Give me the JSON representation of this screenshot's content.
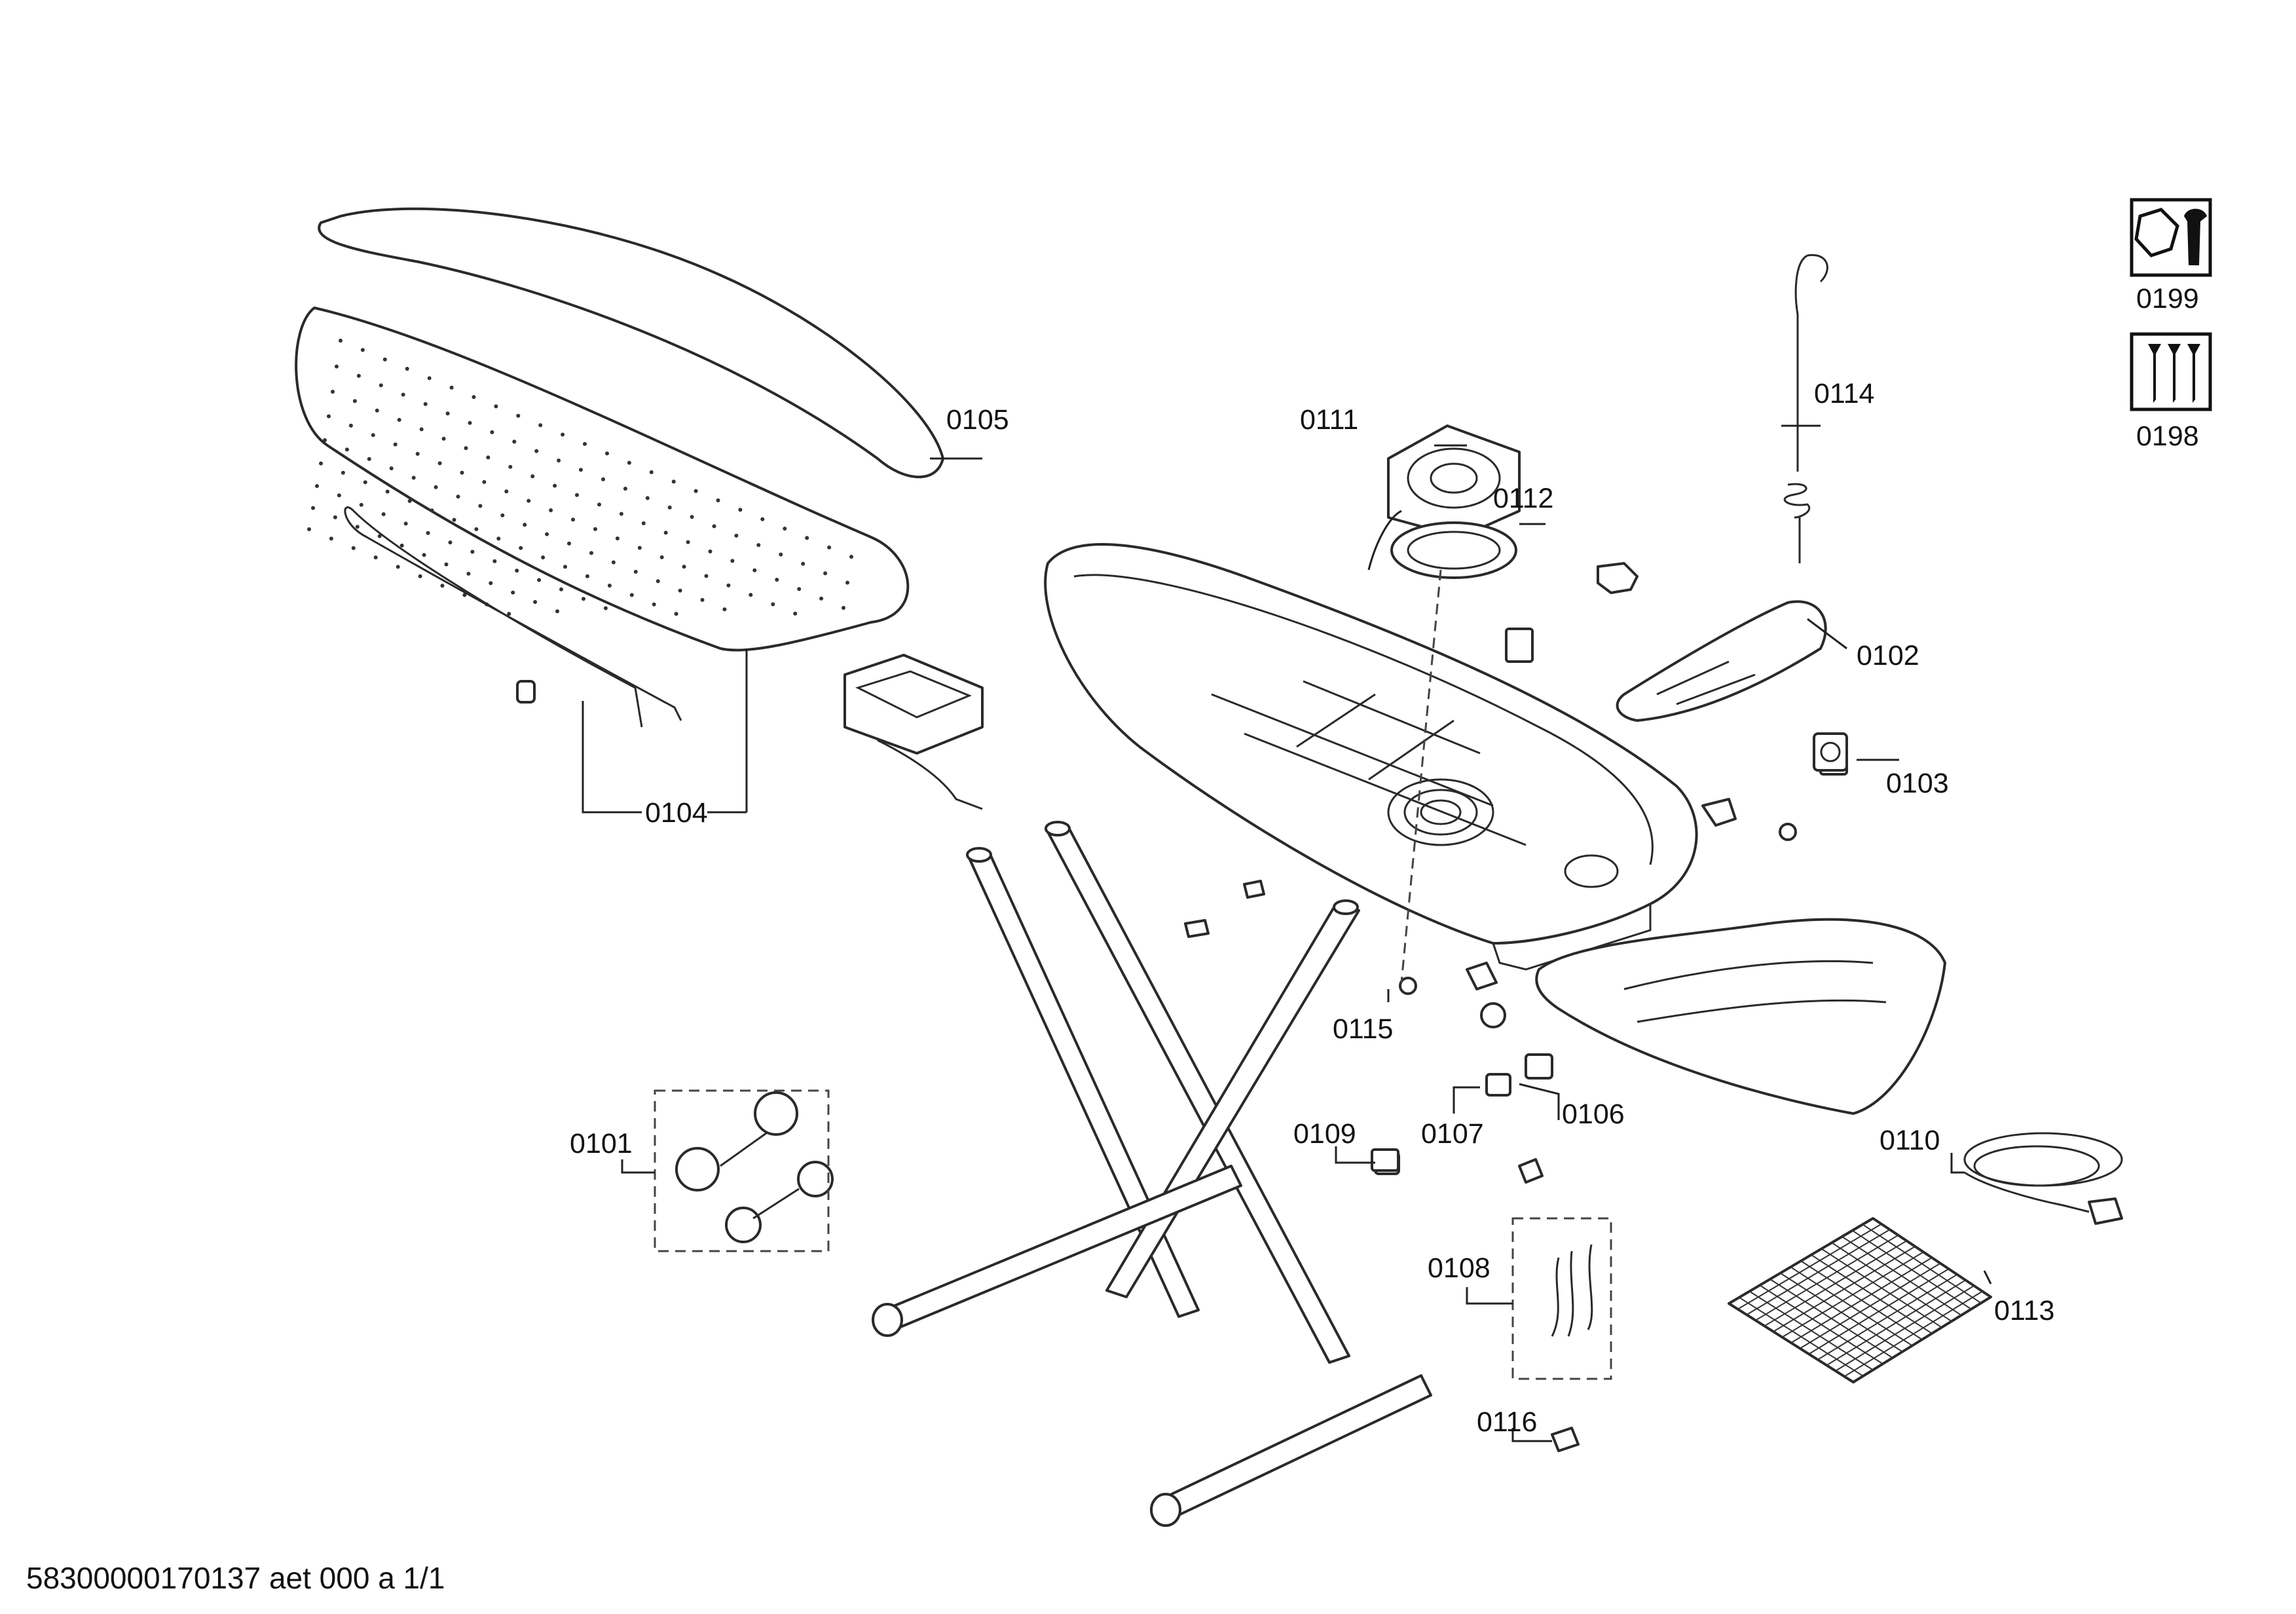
{
  "title": "",
  "footer": "58300000170137 aet 000 a 1/1",
  "parts": [
    {
      "id": "p0101",
      "label": "0101"
    },
    {
      "id": "p0102",
      "label": "0102"
    },
    {
      "id": "p0103",
      "label": "0103"
    },
    {
      "id": "p0104",
      "label": "0104"
    },
    {
      "id": "p0105",
      "label": "0105"
    },
    {
      "id": "p0106",
      "label": "0106"
    },
    {
      "id": "p0107",
      "label": "0107"
    },
    {
      "id": "p0108",
      "label": "0108"
    },
    {
      "id": "p0109",
      "label": "0109"
    },
    {
      "id": "p0110",
      "label": "0110"
    },
    {
      "id": "p0111",
      "label": "0111"
    },
    {
      "id": "p0112",
      "label": "0112"
    },
    {
      "id": "p0113",
      "label": "0113"
    },
    {
      "id": "p0114",
      "label": "0114"
    },
    {
      "id": "p0115",
      "label": "0115"
    },
    {
      "id": "p0116",
      "label": "0116"
    },
    {
      "id": "p0198",
      "label": "0198"
    },
    {
      "id": "p0199",
      "label": "0199"
    }
  ],
  "icons": [
    "tool-set-icon",
    "screw-set-icon"
  ]
}
